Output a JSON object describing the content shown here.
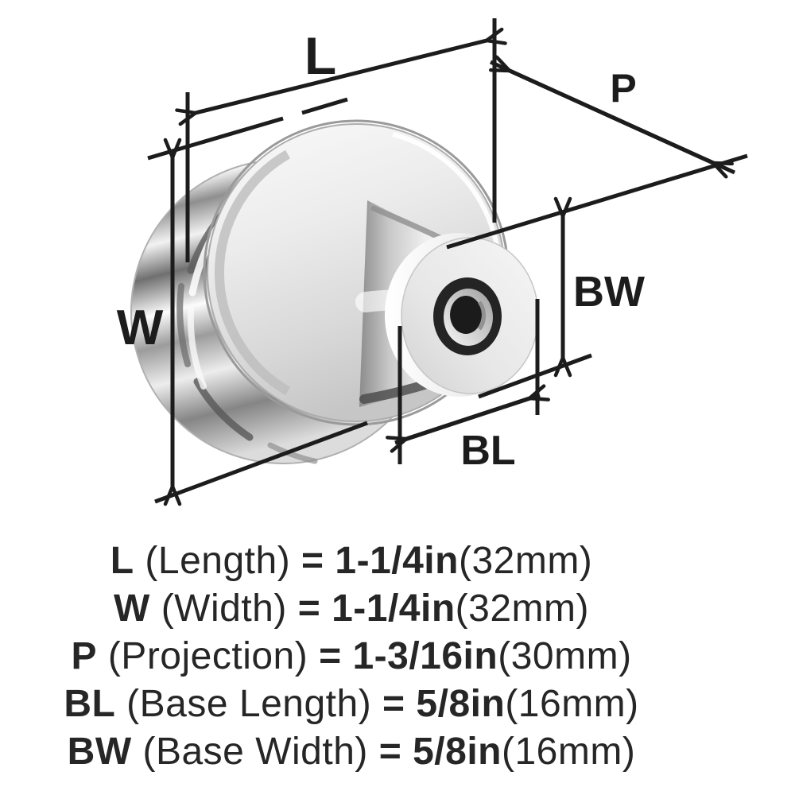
{
  "diagram": {
    "labels": {
      "length": "L",
      "projection": "P",
      "width": "W",
      "base_width": "BW",
      "base_length": "BL"
    },
    "subject": "round-cabinet-knob-side-view"
  },
  "specs": [
    {
      "abbr": "L",
      "name": "(Length)",
      "eq": "=",
      "value": "1-1/4in",
      "metric": "(32mm)"
    },
    {
      "abbr": "W",
      "name": "(Width)",
      "eq": "=",
      "value": "1-1/4in",
      "metric": "(32mm)"
    },
    {
      "abbr": "P",
      "name": "(Projection)",
      "eq": "=",
      "value": "1-3/16in",
      "metric": "(30mm)"
    },
    {
      "abbr": "BL",
      "name": "(Base Length)",
      "eq": "=",
      "value": "5/8in",
      "metric": "(16mm)"
    },
    {
      "abbr": "BW",
      "name": "(Base Width)",
      "eq": "=",
      "value": "5/8in",
      "metric": "(16mm)"
    }
  ],
  "colors": {
    "line": "#1c1c1c",
    "text": "#262626",
    "background": "#ffffff"
  }
}
